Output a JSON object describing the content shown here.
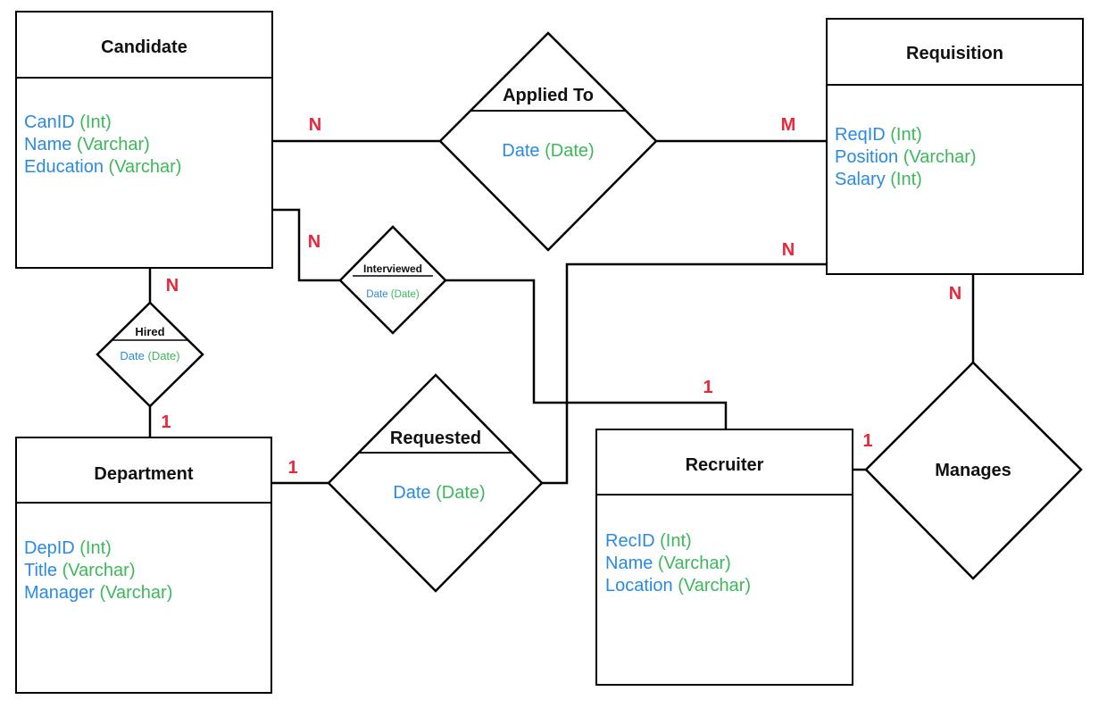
{
  "colors": {
    "attr_name": "#2a8ae0",
    "attr_type": "#3cb85a",
    "cardinality": "#e8283a",
    "stroke": "#000000"
  },
  "entities": {
    "candidate": {
      "title": "Candidate",
      "attributes": [
        {
          "name": "CanID",
          "type": "(Int)"
        },
        {
          "name": "Name",
          "type": "(Varchar)"
        },
        {
          "name": "Education",
          "type": "(Varchar)"
        }
      ]
    },
    "requisition": {
      "title": "Requisition",
      "attributes": [
        {
          "name": "ReqID",
          "type": "(Int)"
        },
        {
          "name": "Position",
          "type": "(Varchar)"
        },
        {
          "name": "Salary",
          "type": "(Int)"
        }
      ]
    },
    "department": {
      "title": "Department",
      "attributes": [
        {
          "name": "DepID",
          "type": "(Int)"
        },
        {
          "name": "Title",
          "type": "(Varchar)"
        },
        {
          "name": "Manager",
          "type": "(Varchar)"
        }
      ]
    },
    "recruiter": {
      "title": "Recruiter",
      "attributes": [
        {
          "name": "RecID",
          "type": "(Int)"
        },
        {
          "name": "Name",
          "type": "(Varchar)"
        },
        {
          "name": "Location",
          "type": "(Varchar)"
        }
      ]
    }
  },
  "relationships": {
    "applied_to": {
      "title": "Applied To",
      "attr_name": "Date",
      "attr_type": "(Date)"
    },
    "interviewed": {
      "title": "Interviewed",
      "attr_name": "Date",
      "attr_type": "(Date)"
    },
    "hired": {
      "title": "Hired",
      "attr_name": "Date",
      "attr_type": "(Date)"
    },
    "requested": {
      "title": "Requested",
      "attr_name": "Date",
      "attr_type": "(Date)"
    },
    "manages": {
      "title": "Manages"
    }
  },
  "cardinalities": {
    "applied_candidate": "N",
    "applied_requisition": "M",
    "interviewed_candidate": "N",
    "interviewed_requisition": "N",
    "interviewed_recruiter": "1",
    "hired_candidate": "N",
    "hired_department": "1",
    "requested_department": "1",
    "manages_requisition": "N",
    "manages_recruiter": "1"
  }
}
